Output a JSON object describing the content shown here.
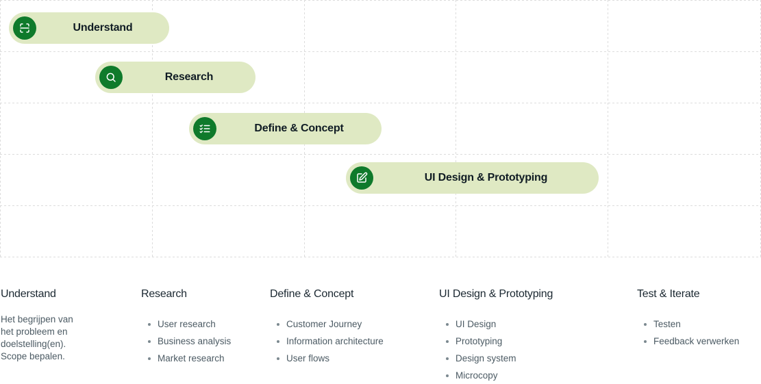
{
  "colors": {
    "pill_bg": "#dfe9c3",
    "icon_bg": "#0f7a2b",
    "grid_line": "#dcdcdc"
  },
  "timeline": [
    {
      "label": "Understand",
      "icon": "scan-icon"
    },
    {
      "label": "Research",
      "icon": "search-icon"
    },
    {
      "label": "Define & Concept",
      "icon": "list-check-icon"
    },
    {
      "label": "UI Design & Prototyping",
      "icon": "edit-icon"
    }
  ],
  "columns": [
    {
      "title": "Understand",
      "description": "Het begrijpen van het probleem en doelstelling(en). Scope bepalen."
    },
    {
      "title": "Research",
      "items": [
        "User research",
        "Business analysis",
        "Market research"
      ]
    },
    {
      "title": "Define & Concept",
      "items": [
        "Customer Journey",
        "Information architecture",
        "User flows"
      ]
    },
    {
      "title": "UI Design & Prototyping",
      "items": [
        "UI Design",
        "Prototyping",
        "Design system",
        "Microcopy"
      ]
    },
    {
      "title": "Test & Iterate",
      "items": [
        "Testen",
        "Feedback verwerken"
      ]
    }
  ]
}
